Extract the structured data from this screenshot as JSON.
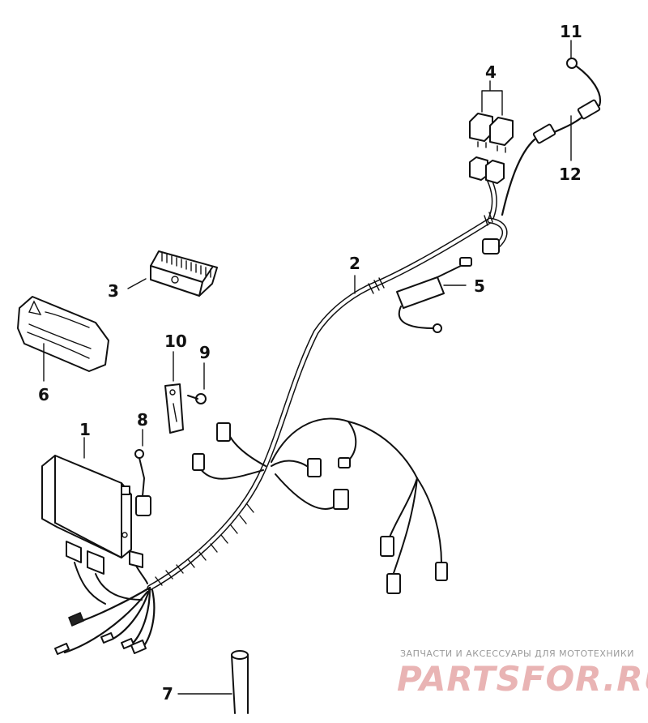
{
  "diagram": {
    "callouts": [
      "1",
      "2",
      "3",
      "4",
      "5",
      "6",
      "7",
      "8",
      "9",
      "10",
      "11",
      "12"
    ]
  },
  "watermark": {
    "tagline": "ЗАПЧАСТИ И АКСЕССУАРЫ ДЛЯ МОТОТЕХНИКИ",
    "logo": "PARTSFOR.RU",
    "logo_color": "#e9b4b4"
  }
}
